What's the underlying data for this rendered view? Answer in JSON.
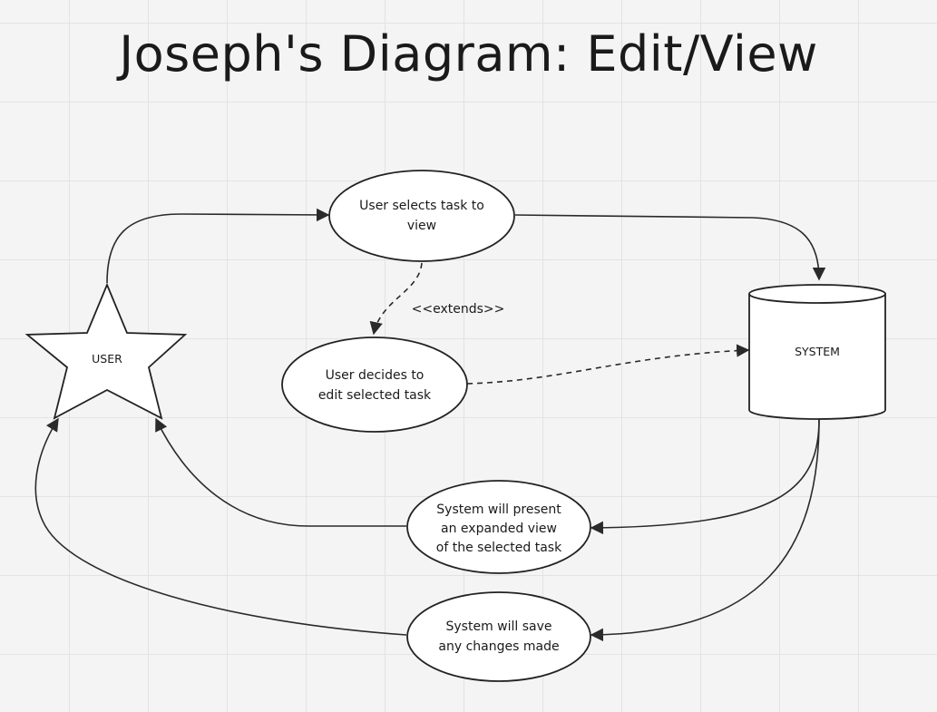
{
  "title": "Joseph's Diagram: Edit/View",
  "actors": {
    "user": {
      "label": "USER"
    },
    "system": {
      "label": "SYSTEM"
    }
  },
  "use_cases": {
    "view_task": {
      "lines": [
        "User selects task to",
        "view"
      ]
    },
    "edit_task": {
      "lines": [
        "User decides to",
        "edit selected task"
      ]
    },
    "present_view": {
      "lines": [
        "System will present",
        "an expanded view",
        "of the selected task"
      ]
    },
    "save_changes": {
      "lines": [
        "System will save",
        "any changes made"
      ]
    }
  },
  "relations": {
    "extends_label": "<<extends>>"
  },
  "colors": {
    "background": "#f4f4f4",
    "grid": "#e3e3e3",
    "stroke": "#222222",
    "fill": "#ffffff"
  }
}
